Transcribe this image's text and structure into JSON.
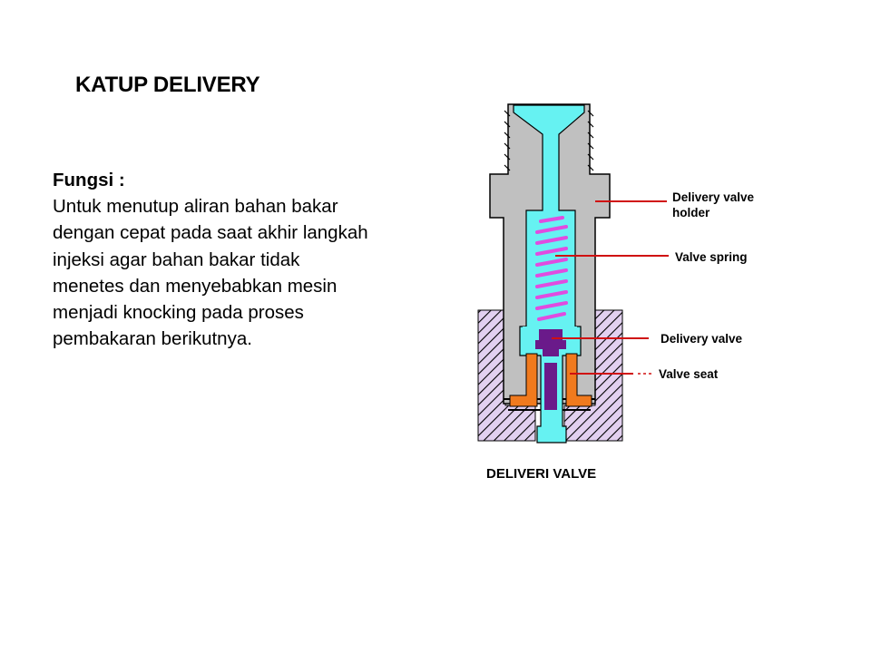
{
  "slide": {
    "title": "KATUP DELIVERY",
    "function_heading": "Fungsi :",
    "function_lines": [
      "Untuk menutup aliran bahan bakar",
      "dengan cepat pada saat akhir langkah",
      "injeksi agar bahan bakar tidak",
      "menetes dan menyebabkan mesin",
      "menjadi knocking pada proses",
      "pembakaran berikutnya."
    ]
  },
  "diagram": {
    "caption": "DELIVERI VALVE",
    "labels": {
      "holder_line1": "Delivery valve",
      "holder_line2": "holder",
      "spring": "Valve spring",
      "valve": "Delivery valve",
      "seat": "Valve seat"
    },
    "colors": {
      "body": "#c0c0c0",
      "fuel": "#66f2f2",
      "spring": "#e04ce0",
      "valve": "#6a1a8a",
      "seat": "#f07a1e",
      "housing": "#e2d0f0",
      "leader": "#d01010"
    }
  }
}
